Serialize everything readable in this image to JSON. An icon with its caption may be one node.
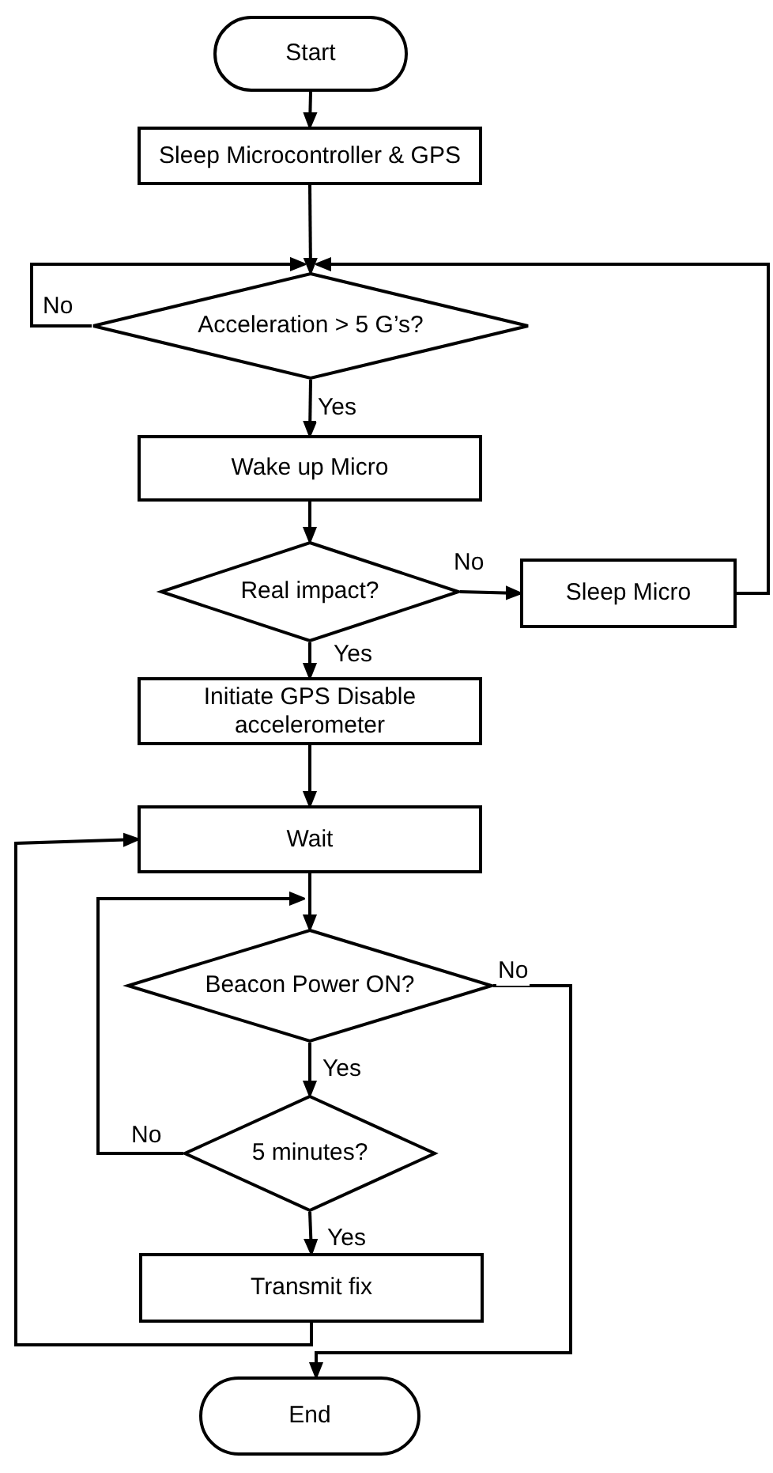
{
  "diagram": {
    "nodes": [
      {
        "text": [
          "Start"
        ]
      },
      {
        "text": [
          "Sleep Microcontroller & GPS"
        ]
      },
      {
        "text": [
          "Acceleration > 5 G’s?"
        ]
      },
      {
        "text": [
          "Wake up Micro"
        ]
      },
      {
        "text": [
          "Real impact?"
        ]
      },
      {
        "text": [
          "Sleep Micro"
        ]
      },
      {
        "text": [
          "Initiate GPS Disable accelerometer"
        ]
      },
      {
        "text": [
          "Wait"
        ]
      },
      {
        "text": [
          "Beacon Power ON?"
        ]
      },
      {
        "text": [
          "5 minutes?"
        ]
      },
      {
        "text": [
          "Transmit fix"
        ]
      },
      {
        "text": [
          "End"
        ]
      }
    ],
    "edges": [
      {
        "from": 0,
        "to": 1,
        "arrow": "to"
      },
      {
        "from": 1,
        "to": 2,
        "arrow": "to"
      },
      {
        "from": 2,
        "to": 2,
        "arrow": "to",
        "label": "No"
      },
      {
        "from": 5,
        "to": 2,
        "arrow": "to"
      },
      {
        "from": 2,
        "to": 3,
        "arrow": "to",
        "label": "Yes"
      },
      {
        "from": 3,
        "to": 4,
        "arrow": "to"
      },
      {
        "from": 4,
        "to": 5,
        "arrow": "to",
        "label": "No"
      },
      {
        "from": 4,
        "to": 6,
        "arrow": "to",
        "label": "Yes"
      },
      {
        "from": 6,
        "to": 7,
        "arrow": "to"
      },
      {
        "from": 7,
        "to": 8,
        "arrow": "to"
      },
      {
        "from": 8,
        "to": 11,
        "arrow": "to",
        "label": "No"
      },
      {
        "from": 8,
        "to": 9,
        "arrow": "to",
        "label": "Yes"
      },
      {
        "from": 9,
        "to": 8,
        "arrow": "to",
        "label": "No"
      },
      {
        "from": 9,
        "to": 10,
        "arrow": "to",
        "label": "Yes"
      },
      {
        "from": 10,
        "to": 7,
        "arrow": "to"
      }
    ]
  }
}
